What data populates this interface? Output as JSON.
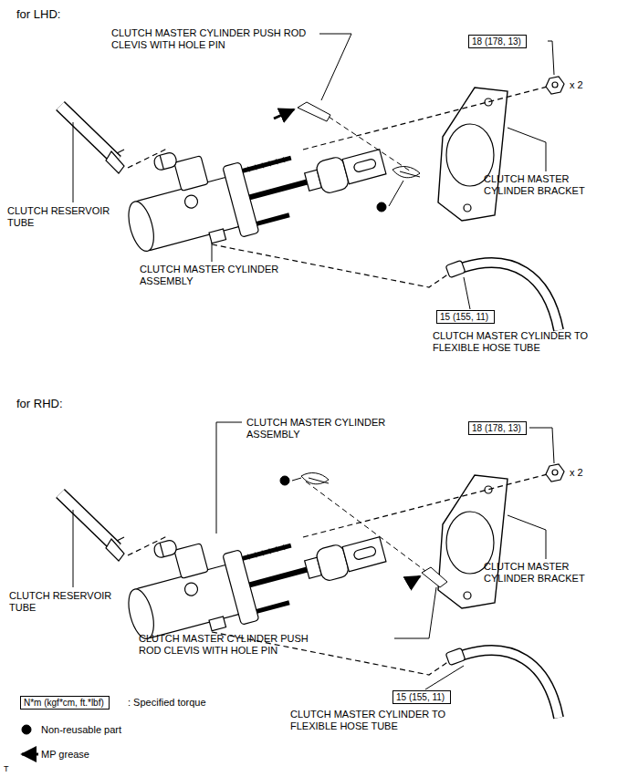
{
  "diagram": {
    "nodes": [
      {
        "text": [
          "18 (178, 13)"
        ]
      },
      {
        "text": [
          "15 (155, 11)"
        ]
      },
      {
        "text": [
          "18 (178, 13)"
        ]
      },
      {
        "text": [
          "15 (155, 11)"
        ]
      },
      {
        "text": [
          "N*m (kgf*cm, ft.*lbf)"
        ]
      }
    ],
    "labels": [
      "for LHD:",
      "CLUTCH MASTER CYLINDER PUSH ROD CLEVIS WITH HOLE PIN",
      "x 2",
      "CLUTCH MASTER CYLINDER BRACKET",
      "CLUTCH RESERVOIR TUBE",
      "CLUTCH MASTER CYLINDER ASSEMBLY",
      "CLUTCH MASTER CYLINDER TO FLEXIBLE HOSE TUBE",
      "for RHD:",
      "CLUTCH MASTER CYLINDER ASSEMBLY",
      "x 2",
      "CLUTCH MASTER CYLINDER BRACKET",
      "CLUTCH RESERVOIR TUBE",
      "CLUTCH MASTER CYLINDER PUSH ROD CLEVIS WITH HOLE PIN",
      "CLUTCH MASTER CYLINDER TO FLEXIBLE HOSE TUBE",
      "T"
    ],
    "legend": [
      {
        "text": ": Specified torque"
      },
      {
        "text": "Non-reusable part"
      },
      {
        "text": "MP grease"
      }
    ]
  }
}
